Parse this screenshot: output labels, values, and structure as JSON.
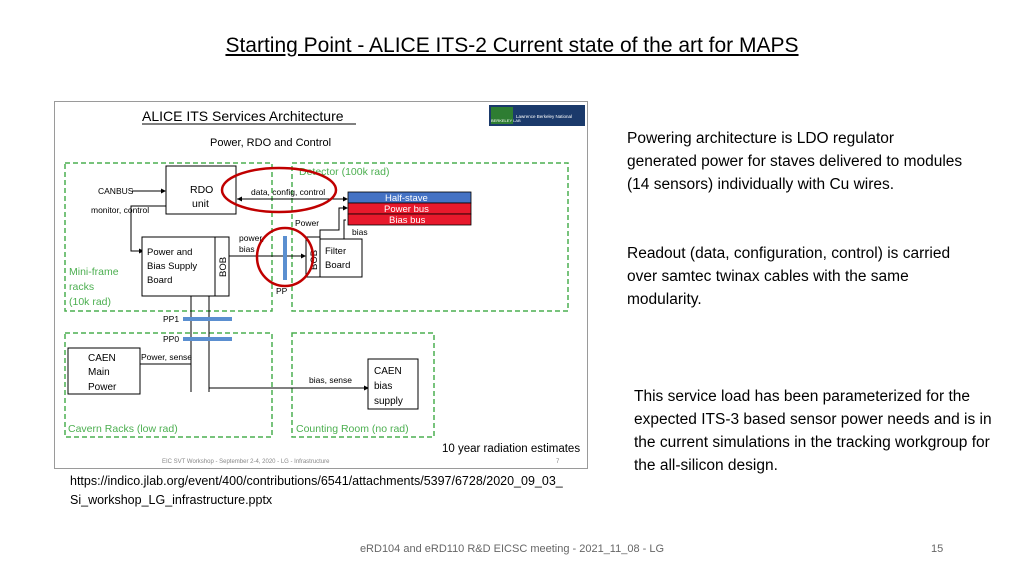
{
  "slide": {
    "title": "Starting Point - ALICE ITS-2 Current state of the art for MAPS",
    "source_link": "https://indico.jlab.org/event/400/contributions/6541/attachments/5397/6728/2020_09_03_Si_workshop_LG_infrastructure.pptx",
    "paragraph_1": "Powering architecture is LDO regulator generated power for staves delivered to modules (14 sensors) individually with Cu wires.",
    "paragraph_2": "Readout (data, configuration, control) is carried over samtec twinax cables with the same modularity.",
    "paragraph_3": "This service load has been parameterized for the expected ITS-3 based sensor power needs and is in the current simulations in the tracking workgroup for the all-silicon design.",
    "footer": "eRD104 and eRD110 R&D EICSC meeting - 2021_11_08 - LG",
    "page_number": "15"
  },
  "diagram": {
    "title": "ALICE ITS Services Architecture",
    "subtitle": "Power, RDO and Control",
    "logo_text": "Lawrence Berkeley National",
    "logo_small": "BERKELEY LAB",
    "detector_label": "Detector (100k rad)",
    "mini_frame_label_1": "Mini-frame",
    "mini_frame_label_2": "racks",
    "mini_frame_label_3": "(10k rad)",
    "cavern_label": "Cavern Racks (low rad)",
    "counting_label": "Counting Room (no rad)",
    "rdo_line_1": "RDO",
    "rdo_line_2": "unit",
    "canbus": "CANBUS",
    "monitor": "monitor, control",
    "data_config": "data, config, control",
    "half_stave": "Half-stave",
    "power_bus": "Power bus",
    "bias_bus": "Bias bus",
    "power_label": "Power",
    "bias_label": "bias",
    "power_bias_1": "power,",
    "power_bias_2": "bias",
    "psb_1": "Power and",
    "psb_2": "Bias Supply",
    "psb_3": "Board",
    "bob": "BOB",
    "filter_1": "Filter",
    "filter_2": "Board",
    "pp": "PP",
    "pp1": "PP1",
    "pp0": "PP0",
    "caen_main_1": "CAEN",
    "caen_main_2": "Main",
    "caen_main_3": "Power",
    "power_sense": "Power, sense",
    "bias_sense": "bias, sense",
    "caen_bias_1": "CAEN",
    "caen_bias_2": "bias",
    "caen_bias_3": "supply",
    "radiation": "10 year radiation estimates",
    "workshop_footer": "EIC SVT Workshop - September 2-4, 2020 - LG - Infrastructure",
    "workshop_page": "7",
    "colors": {
      "green_dash": "#4caf50",
      "red_ellipse": "#c00000",
      "blue_bar": "#5b8fd0",
      "half_stave_fill": "#4472c4",
      "bus_fill": "#e8192c"
    }
  }
}
